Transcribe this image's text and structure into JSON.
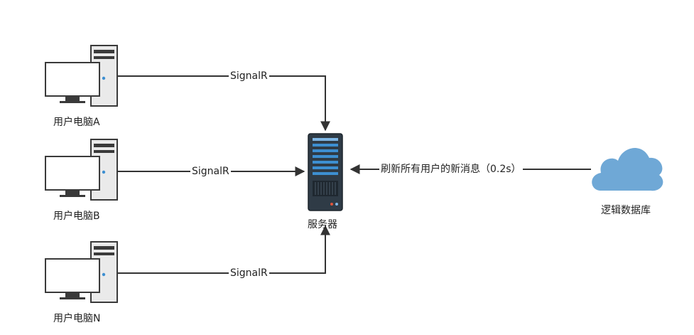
{
  "nodes": {
    "pc_a": {
      "label": "用户电脑A",
      "icon": "desktop-computer-icon"
    },
    "pc_b": {
      "label": "用户电脑B",
      "icon": "desktop-computer-icon"
    },
    "pc_n": {
      "label": "用户电脑N",
      "icon": "desktop-computer-icon"
    },
    "server": {
      "label": "服务器",
      "icon": "server-rack-icon"
    },
    "database": {
      "label": "逻辑数据库",
      "icon": "cloud-icon"
    }
  },
  "edges": {
    "a_to_server": {
      "label": "SignalR"
    },
    "b_to_server": {
      "label": "SignalR"
    },
    "n_to_server": {
      "label": "SignalR"
    },
    "db_to_server": {
      "label": "刷新所有用户的新消息（0.2s）"
    }
  },
  "colors": {
    "line": "#333333",
    "monitor_border": "#3a3a3a",
    "tower_fill": "#e9e9e9",
    "server_body": "#2f3b46",
    "server_accent": "#3d8fd1",
    "cloud": "#6fa8d6"
  }
}
